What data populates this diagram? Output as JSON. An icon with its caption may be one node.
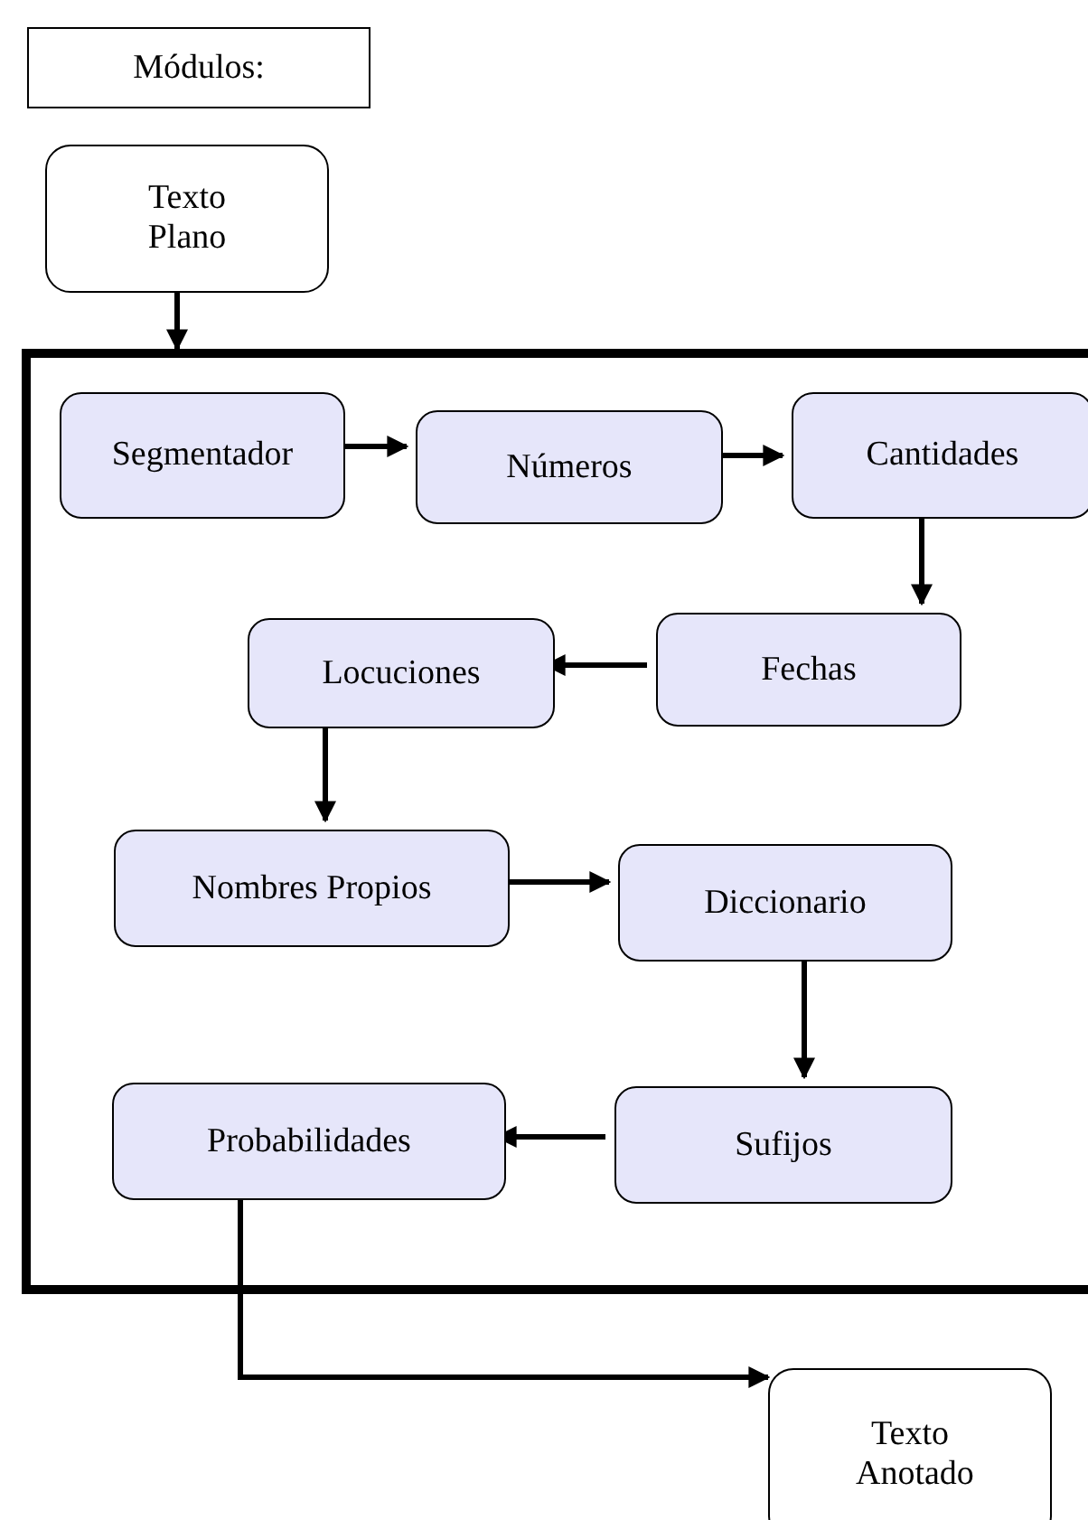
{
  "diagram": {
    "nodes": [
      {
        "text": [
          "Módulos:"
        ]
      },
      {
        "text": [
          "Texto Plano"
        ]
      },
      {
        "text": [],
        "shape": "box"
      },
      {
        "text": [
          "Segmentador"
        ],
        "in": 2
      },
      {
        "text": [
          "Números"
        ],
        "in": 2
      },
      {
        "text": [
          "Cantidades"
        ],
        "in": 2
      },
      {
        "text": [
          "Fechas"
        ],
        "in": 2
      },
      {
        "text": [
          "Locuciones"
        ],
        "in": 2
      },
      {
        "text": [
          "Nombres Propios"
        ],
        "in": 2
      },
      {
        "text": [
          "Diccionario"
        ],
        "in": 2
      },
      {
        "text": [
          "Sufijos"
        ],
        "in": 2
      },
      {
        "text": [
          "Probabilidades"
        ],
        "in": 2
      },
      {
        "text": [
          "Texto Anotado"
        ]
      }
    ],
    "edges": [
      {
        "from": 1,
        "to": 2,
        "arrow": "to"
      },
      {
        "from": 3,
        "to": 4,
        "arrow": "to"
      },
      {
        "from": 4,
        "to": 5,
        "arrow": "to"
      },
      {
        "from": 5,
        "to": 6,
        "arrow": "to"
      },
      {
        "from": 6,
        "to": 7,
        "arrow": "to"
      },
      {
        "from": 7,
        "to": 8,
        "arrow": "to"
      },
      {
        "from": 8,
        "to": 9,
        "arrow": "to"
      },
      {
        "from": 9,
        "to": 10,
        "arrow": "to"
      },
      {
        "from": 10,
        "to": 11,
        "arrow": "to"
      },
      {
        "from": 11,
        "to": 12,
        "arrow": "to"
      }
    ]
  }
}
